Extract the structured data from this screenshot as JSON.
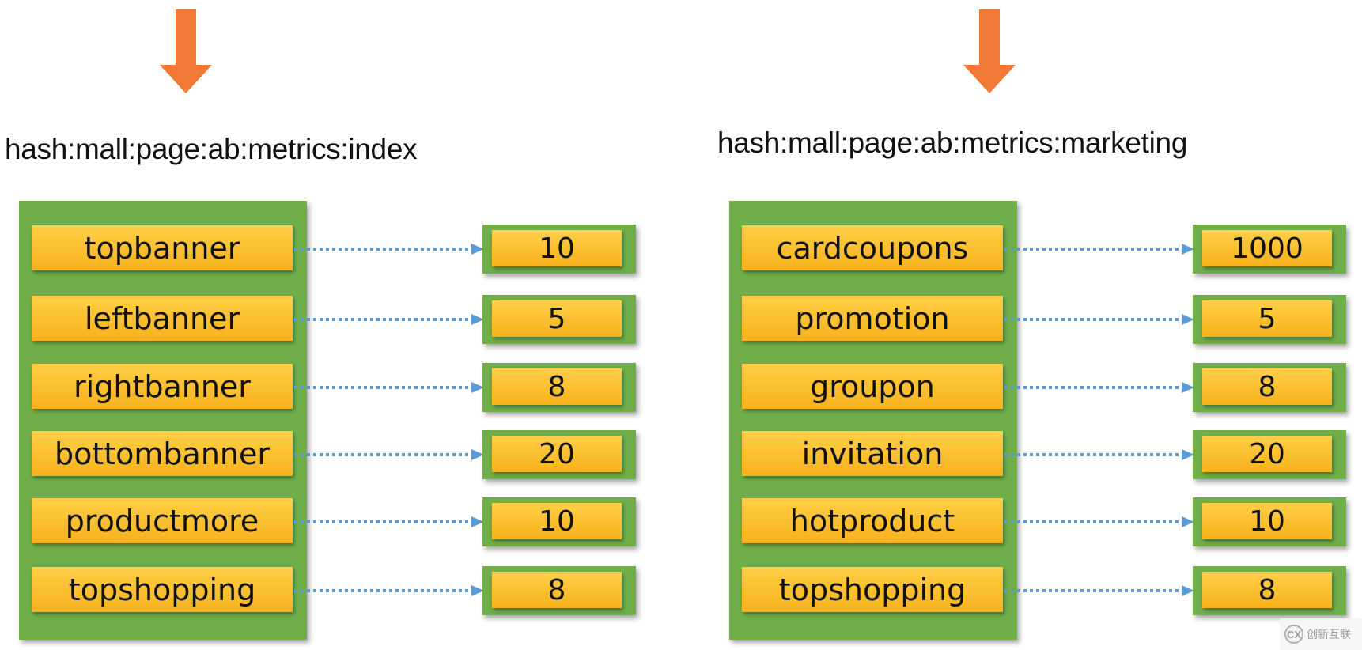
{
  "colors": {
    "panel_green": "#6fae49",
    "box_yellow": "#f9bd2a",
    "arrow_orange": "#f07a35",
    "connector_blue": "#5b9bd5"
  },
  "icons": {
    "top_arrow": "down-arrow-icon",
    "connector": "dotted-right-arrow-icon"
  },
  "hashes": [
    {
      "key": "hash:mall:page:ab:metrics:index",
      "fields": [
        "topbanner",
        "leftbanner",
        "rightbanner",
        "bottombanner",
        "productmore",
        "topshopping"
      ],
      "values": [
        "10",
        "5",
        "8",
        "20",
        "10",
        "8"
      ]
    },
    {
      "key": "hash:mall:page:ab:metrics:marketing",
      "fields": [
        "cardcoupons",
        "promotion",
        "groupon",
        "invitation",
        "hotproduct",
        "topshopping"
      ],
      "values": [
        "1000",
        "5",
        "8",
        "20",
        "10",
        "8"
      ]
    }
  ],
  "watermark": {
    "logo": "CX",
    "text": "创新互联"
  }
}
